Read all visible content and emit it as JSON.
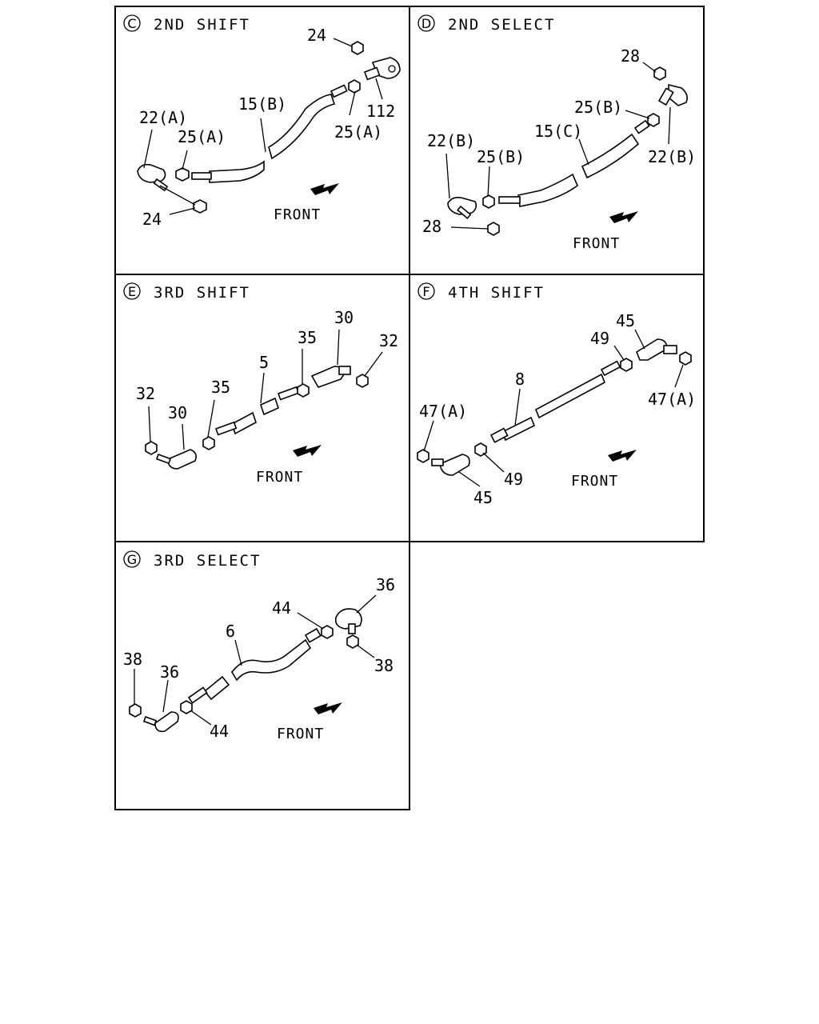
{
  "panels": [
    {
      "circle": "C",
      "title": "2ND SHIFT",
      "front": "FRONT",
      "labels": [
        "24",
        "112",
        "15(B)",
        "22(A)",
        "25(A)",
        "25(A)",
        "24"
      ]
    },
    {
      "circle": "D",
      "title": "2ND SELECT",
      "front": "FRONT",
      "labels": [
        "28",
        "25(B)",
        "15(C)",
        "22(B)",
        "25(B)",
        "22(B)",
        "28"
      ]
    },
    {
      "circle": "E",
      "title": "3RD SHIFT",
      "front": "FRONT",
      "labels": [
        "30",
        "35",
        "32",
        "5",
        "35",
        "32",
        "30"
      ]
    },
    {
      "circle": "F",
      "title": "4TH SHIFT",
      "front": "FRONT",
      "labels": [
        "45",
        "49",
        "8",
        "47(A)",
        "47(A)",
        "49",
        "45"
      ]
    },
    {
      "circle": "G",
      "title": "3RD SELECT",
      "front": "FRONT",
      "labels": [
        "36",
        "44",
        "6",
        "38",
        "36",
        "44",
        "38"
      ]
    }
  ],
  "arrow_icon": "front-direction-arrow-icon"
}
